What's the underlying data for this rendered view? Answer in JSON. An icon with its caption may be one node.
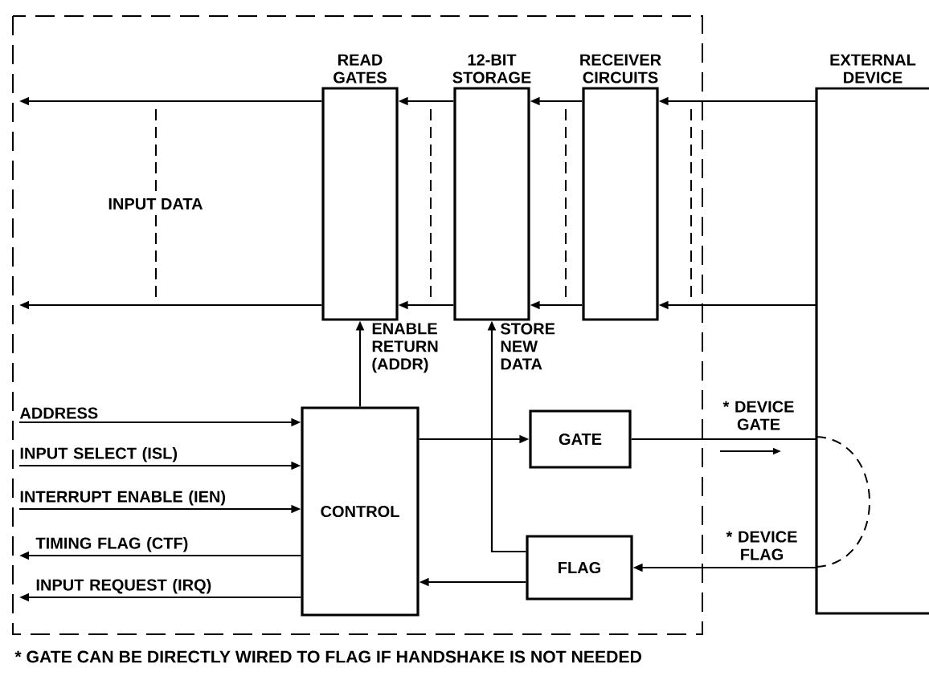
{
  "diagram": {
    "nodes": [
      {
        "text": [
          "READ GATES"
        ]
      },
      {
        "text": [
          "12-BIT STORAGE"
        ]
      },
      {
        "text": [
          "RECEIVER CIRCUITS"
        ]
      },
      {
        "text": [
          "EXTERNAL DEVICE"
        ]
      },
      {
        "text": [
          "CONTROL"
        ]
      },
      {
        "text": [
          "GATE"
        ]
      },
      {
        "text": [
          "FLAG"
        ]
      }
    ],
    "edges": [
      {
        "from": 0,
        "to": null,
        "arrow": "to"
      },
      {
        "from": 0,
        "to": null,
        "arrow": "to"
      },
      {
        "from": 1,
        "to": 0,
        "arrow": "to"
      },
      {
        "from": 1,
        "to": 0,
        "arrow": "to"
      },
      {
        "from": 2,
        "to": 1,
        "arrow": "to"
      },
      {
        "from": 2,
        "to": 1,
        "arrow": "to"
      },
      {
        "from": 3,
        "to": 2,
        "arrow": "to"
      },
      {
        "from": 3,
        "to": 2,
        "arrow": "to"
      },
      {
        "from": 4,
        "to": 0,
        "arrow": "to",
        "label": "ENABLE RETURN (ADDR)"
      },
      {
        "from": 6,
        "to": 1,
        "arrow": "to",
        "label": "STORE NEW DATA"
      },
      {
        "from": 4,
        "to": 5,
        "arrow": "to"
      },
      {
        "from": 5,
        "to": 3,
        "arrow": "none",
        "label": "* DEVICE GATE"
      },
      {
        "from": 3,
        "to": 6,
        "arrow": "to",
        "label": "* DEVICE FLAG"
      },
      {
        "from": 6,
        "to": 4,
        "arrow": "to"
      },
      {
        "from": null,
        "to": 4,
        "arrow": "to",
        "label": "ADDRESS"
      },
      {
        "from": null,
        "to": 4,
        "arrow": "to",
        "label": "INPUT SELECT (ISL)"
      },
      {
        "from": null,
        "to": 4,
        "arrow": "to",
        "label": "INTERRUPT ENABLE (IEN)"
      },
      {
        "from": 4,
        "to": null,
        "arrow": "to",
        "label": "TIMING FLAG (CTF)"
      },
      {
        "from": 4,
        "to": null,
        "arrow": "to",
        "label": "INPUT REQUEST (IRQ)"
      }
    ],
    "labels": [
      "INPUT DATA",
      "* GATE CAN BE DIRECTLY WIRED TO FLAG IF HANDSHAKE IS NOT NEEDED"
    ]
  }
}
